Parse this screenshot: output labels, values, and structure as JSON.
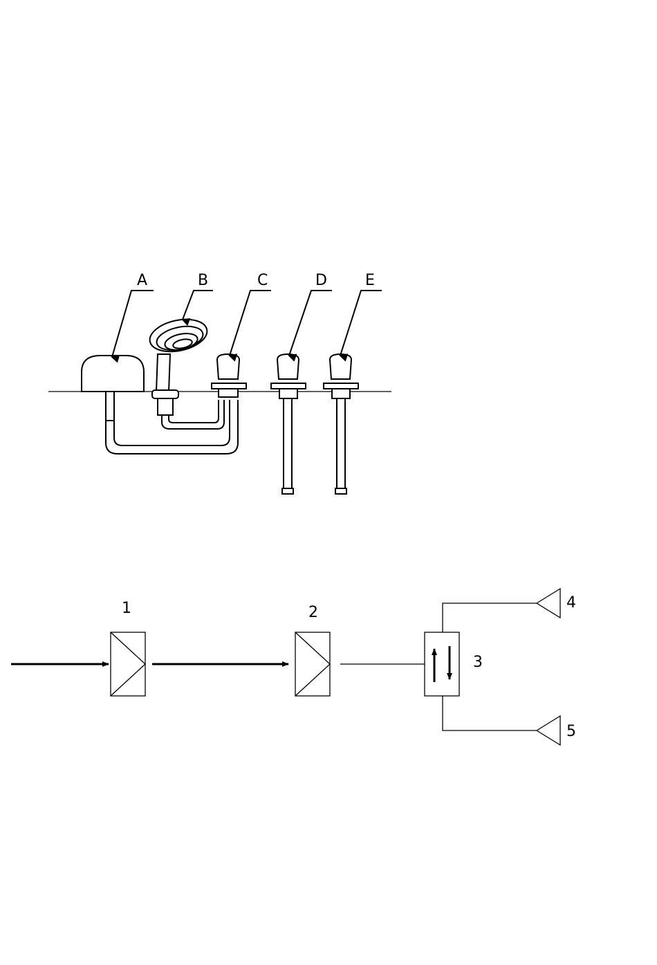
{
  "figure_top": {
    "callouts": [
      {
        "id": "A",
        "label": "A"
      },
      {
        "id": "B",
        "label": "B"
      },
      {
        "id": "C",
        "label": "C"
      },
      {
        "id": "D",
        "label": "D"
      },
      {
        "id": "E",
        "label": "E"
      }
    ]
  },
  "figure_bottom": {
    "blocks": [
      {
        "id": "1",
        "label": "1"
      },
      {
        "id": "2",
        "label": "2"
      },
      {
        "id": "3",
        "label": "3"
      },
      {
        "id": "4",
        "label": "4"
      },
      {
        "id": "5",
        "label": "5"
      }
    ]
  }
}
